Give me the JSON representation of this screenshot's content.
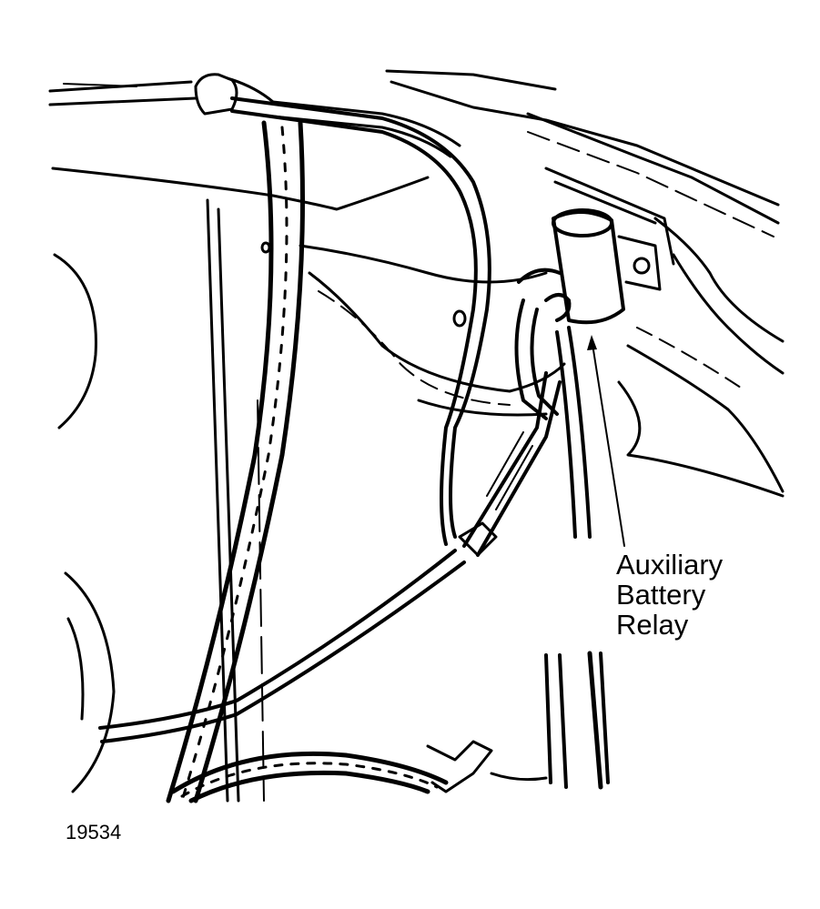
{
  "callout": {
    "line1": "Auxiliary",
    "line2": "Battery",
    "line3": "Relay"
  },
  "figure_number": "19534"
}
